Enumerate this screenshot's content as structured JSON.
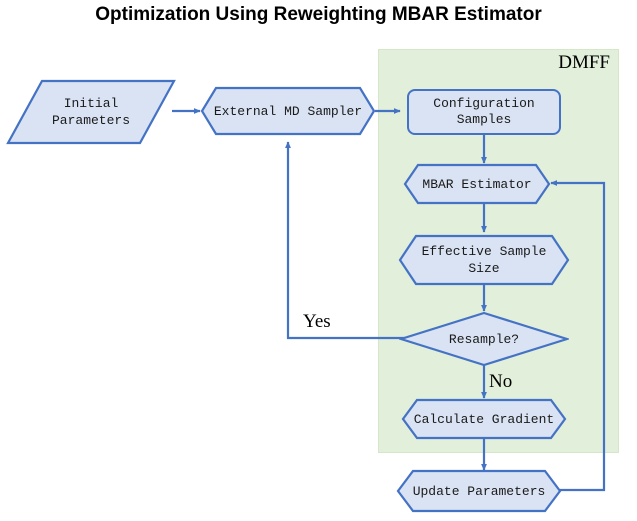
{
  "title": "Optimization Using Reweighting MBAR Estimator",
  "container": {
    "label": "DMFF",
    "fill": "#e2efda"
  },
  "colors": {
    "node_fill": "#dae3f3",
    "node_stroke": "#4472c4",
    "edge_stroke": "#4472c4",
    "container_fill": "#e2efda",
    "text": "#1a1a1a"
  },
  "nodes": [
    {
      "id": "initial-parameters",
      "label": "Initial\nParameters",
      "shape": "parallelogram"
    },
    {
      "id": "external-md-sampler",
      "label": "External MD Sampler",
      "shape": "hexagon"
    },
    {
      "id": "configuration-samples",
      "label": "Configuration\nSamples",
      "shape": "rounded-rect"
    },
    {
      "id": "mbar-estimator",
      "label": "MBAR Estimator",
      "shape": "hexagon"
    },
    {
      "id": "effective-sample-size",
      "label": "Effective Sample\nSize",
      "shape": "hexagon"
    },
    {
      "id": "resample-decision",
      "label": "Resample?",
      "shape": "diamond"
    },
    {
      "id": "calculate-gradient",
      "label": "Calculate Gradient",
      "shape": "hexagon"
    },
    {
      "id": "update-parameters",
      "label": "Update Parameters",
      "shape": "hexagon"
    }
  ],
  "edge_labels": {
    "yes": "Yes",
    "no": "No"
  }
}
